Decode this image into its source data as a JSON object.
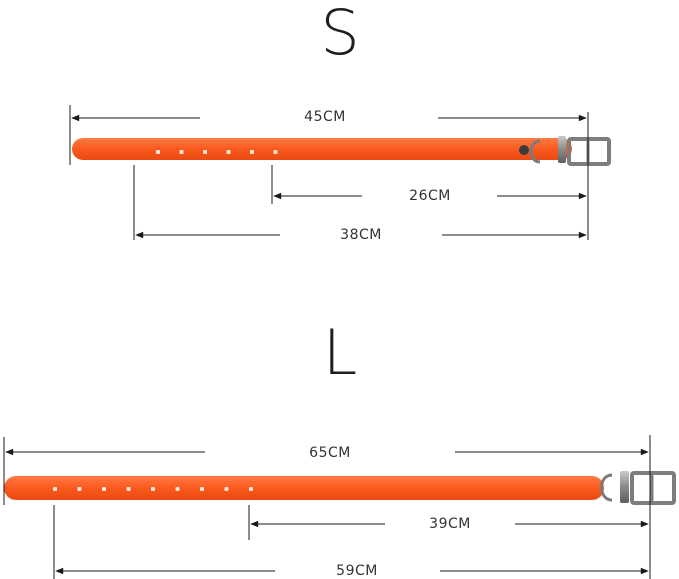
{
  "colors": {
    "strap": "#fb5a1e",
    "strap_highlight": "#ff8a5a",
    "line": "#1a1a1a",
    "hardware": "#8e8e8e"
  },
  "sizes": [
    {
      "letter": "S",
      "total": "45CM",
      "adjust": "26CM",
      "max": "38CM",
      "hole_count": 6
    },
    {
      "letter": "L",
      "total": "65CM",
      "adjust": "39CM",
      "max": "59CM",
      "hole_count": 9
    }
  ]
}
